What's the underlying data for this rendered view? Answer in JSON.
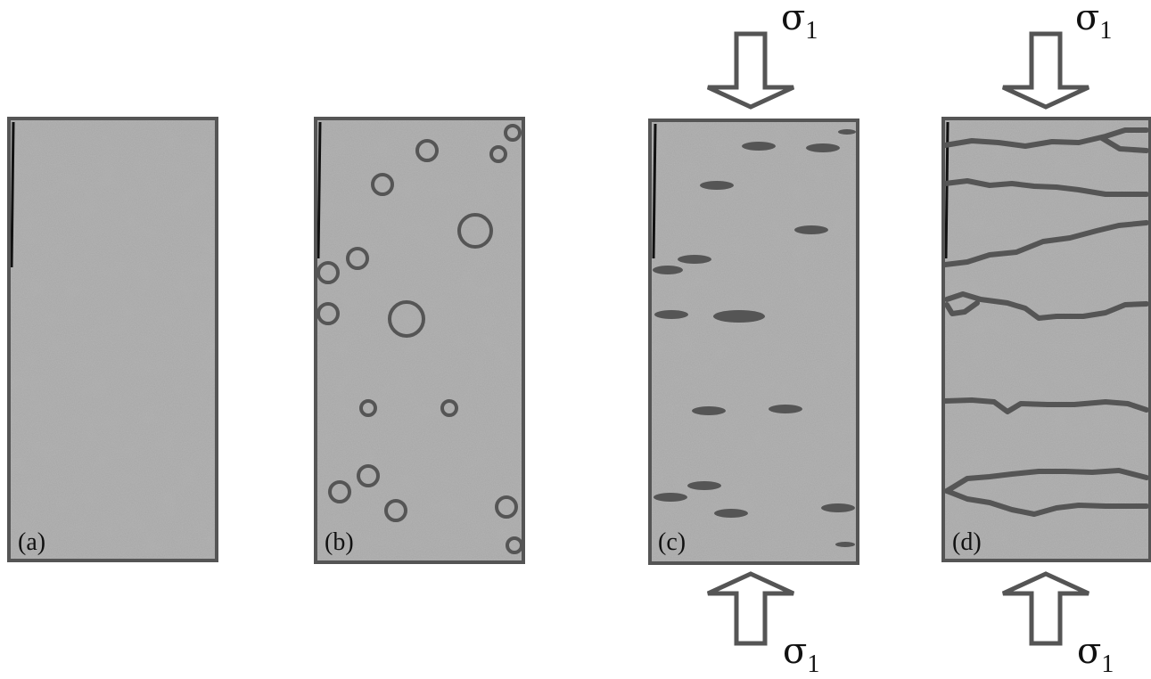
{
  "panels": [
    {
      "id": "a",
      "label": "(a)"
    },
    {
      "id": "b",
      "label": "(b)"
    },
    {
      "id": "c",
      "label": "(c)"
    },
    {
      "id": "d",
      "label": "(d)"
    }
  ],
  "stress": {
    "symbol": "σ",
    "subscript": "1"
  },
  "colors": {
    "specimen_gray": "#a6a6a6",
    "frame": "#555555",
    "feature": "#555555",
    "arrow": "#555555",
    "text": "#111111"
  },
  "icons": [
    "compression-arrow-down-icon",
    "compression-arrow-up-icon"
  ]
}
